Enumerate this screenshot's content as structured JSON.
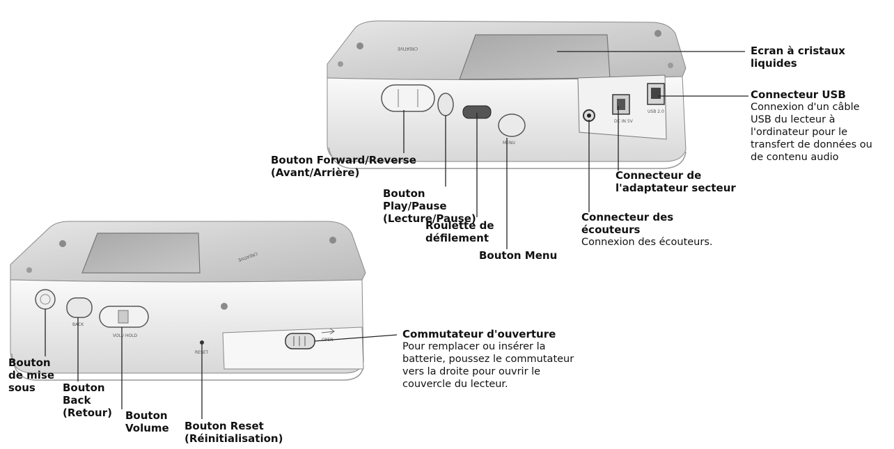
{
  "device_text": {
    "brand": "CREATIVE",
    "menu_key": "MENU",
    "back_key": "BACK",
    "volume_key": "VOL / HOLD",
    "reset_key": "RESET",
    "usb_port": "USB 2.0",
    "dc_in": "DC IN 5V",
    "open_arrow": "OPEN"
  },
  "callouts": {
    "lcd": {
      "title": "Ecran à cristaux liquides",
      "desc": []
    },
    "usb": {
      "title": "Connecteur USB",
      "desc": [
        "Connexion d'un câble",
        "USB du lecteur à",
        "l'ordinateur pour le",
        "transfert de données ou",
        "de contenu audio"
      ]
    },
    "adapter": {
      "title": "Connecteur de l'adaptateur secteur",
      "desc": []
    },
    "headphones": {
      "title": "Connecteur des écouteurs",
      "desc": [
        "Connexion des écouteurs."
      ]
    },
    "menu": {
      "title": "Bouton Menu",
      "desc": []
    },
    "scroll": {
      "title": "Roulette de défilement",
      "desc": []
    },
    "playpause": {
      "title": "Bouton Play/Pause (Lecture/Pause)",
      "desc": []
    },
    "forward": {
      "title": "Bouton Forward/Reverse (Avant/Arrière)",
      "desc": []
    },
    "latch": {
      "title": "Commutateur d'ouverture",
      "desc": [
        "Pour remplacer ou insérer la",
        "batterie, poussez le commutateur",
        "vers la droite pour ouvrir le",
        "couvercle du lecteur."
      ]
    },
    "power": {
      "title": "Bouton de mise sous",
      "desc": []
    },
    "back": {
      "title": "Bouton Back (Retour)",
      "desc": []
    },
    "volume": {
      "title": "Bouton Volume",
      "desc": []
    },
    "reset": {
      "title": "Bouton Reset (Réinitialisation)",
      "desc": []
    }
  }
}
